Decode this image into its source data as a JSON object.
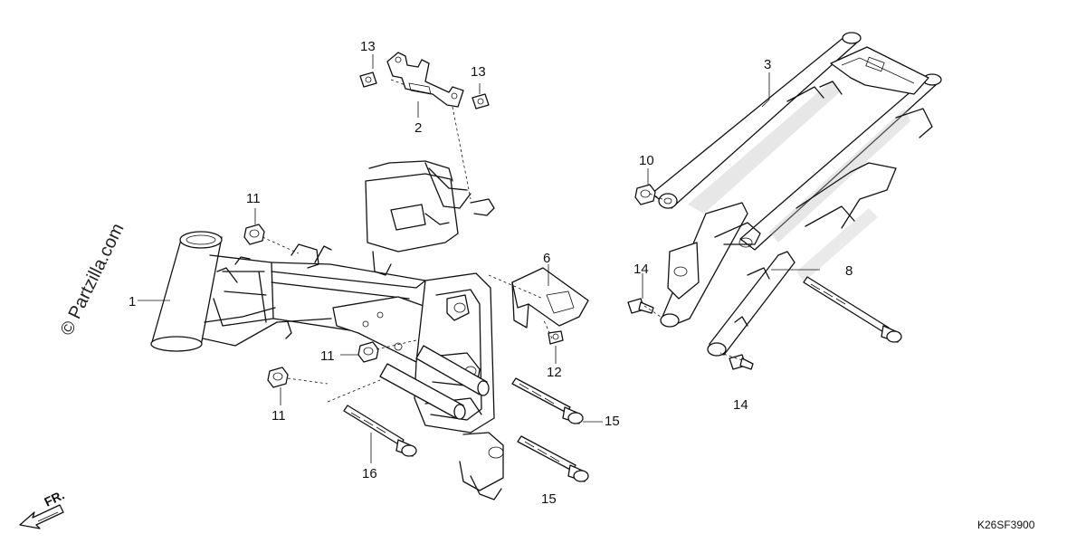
{
  "watermark": "© Partzilla.com",
  "diagram_code": "K26SF3900",
  "direction_label": "FR.",
  "callouts": {
    "c1": "1",
    "c2": "2",
    "c3": "3",
    "c6": "6",
    "c8": "8",
    "c10": "10",
    "c11a": "11",
    "c11b": "11",
    "c11c": "11",
    "c12": "12",
    "c13a": "13",
    "c13b": "13",
    "c14a": "14",
    "c14b": "14",
    "c15a": "15",
    "c15b": "15",
    "c16": "16"
  }
}
